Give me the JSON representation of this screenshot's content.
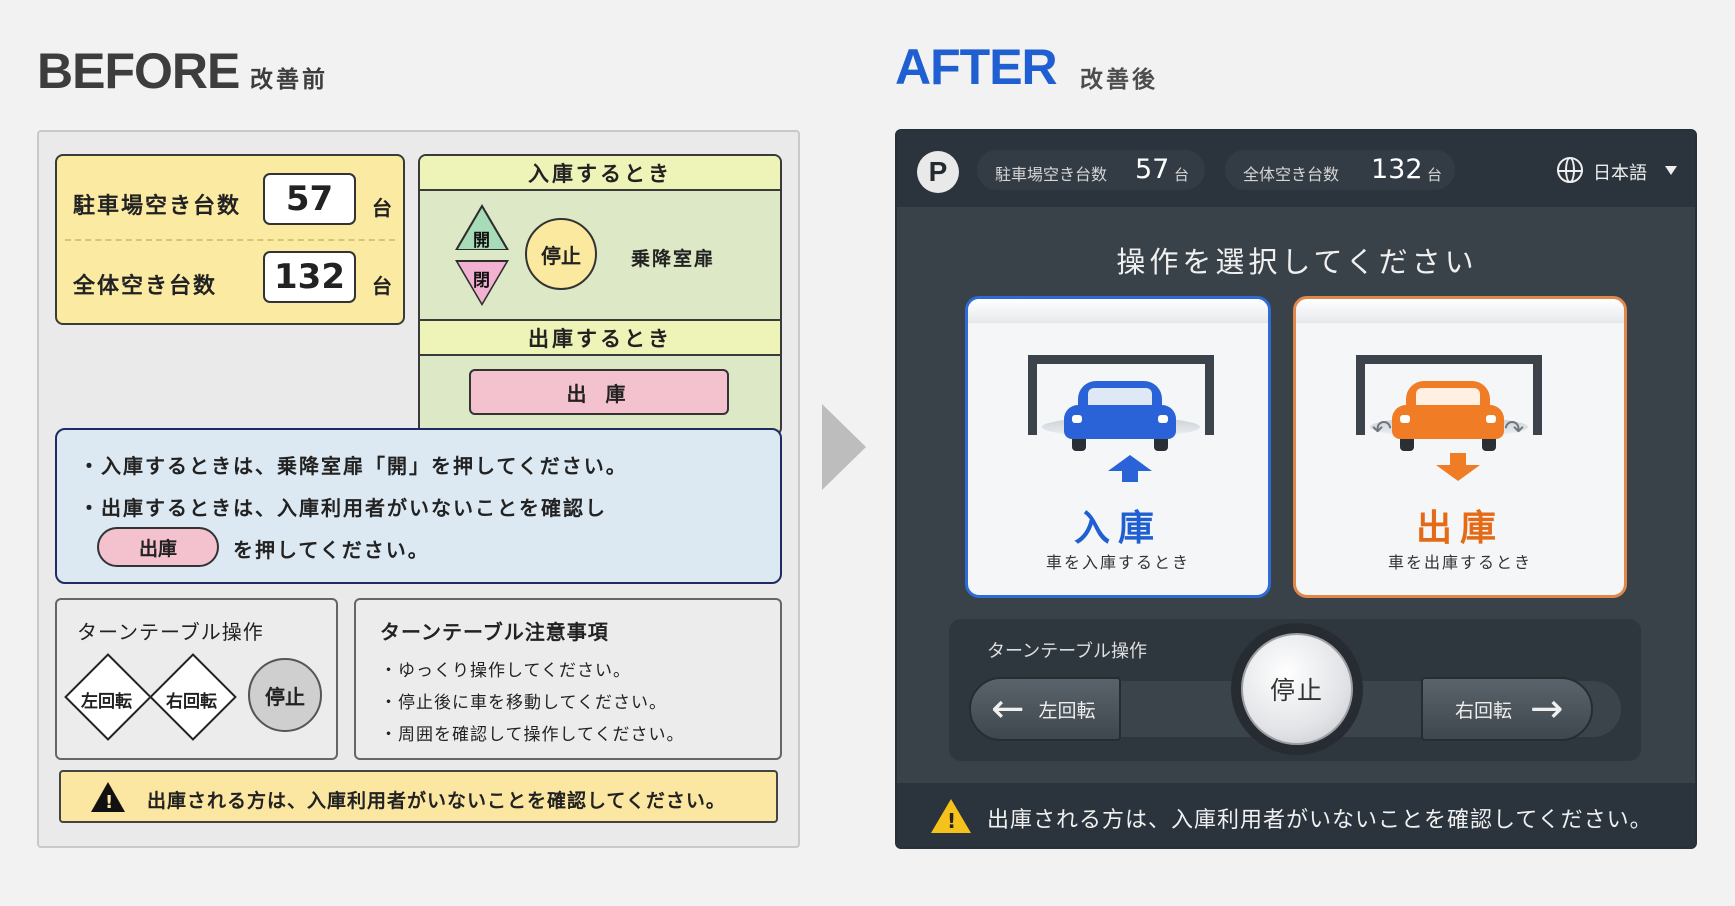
{
  "before": {
    "title": "BEFORE",
    "subtitle": "改善前",
    "counts": {
      "parking_label": "駐車場空き台数",
      "parking_value": "57",
      "total_label": "全体空き台数",
      "total_value": "132",
      "unit": "台"
    },
    "entry": {
      "header": "入庫するとき",
      "open_label": "開",
      "close_label": "閉",
      "stop_label": "停止",
      "door_label": "乗降室扉"
    },
    "exit": {
      "header": "出庫するとき",
      "button_label": "出 庫"
    },
    "info": {
      "line1": "・入庫するときは、乗降室扉「開」を押してください。",
      "line2": "・出庫するときは、入庫利用者がいないことを確認し",
      "pill_label": "出庫",
      "line3": "を押してください。"
    },
    "turntable": {
      "title": "ターンテーブル操作",
      "left_label": "左回転",
      "right_label": "右回転",
      "stop_label": "停止"
    },
    "notes": {
      "title": "ターンテーブル注意事項",
      "items": [
        "・ゆっくり操作してください。",
        "・停止後に車を移動してください。",
        "・周囲を確認して操作してください。"
      ]
    },
    "warning": "出庫される方は、入庫利用者がいないことを確認してください。"
  },
  "after": {
    "title": "AFTER",
    "subtitle": "改善後",
    "logo_letter": "P",
    "parking_label": "駐車場空き台数",
    "parking_value": "57",
    "total_label": "全体空き台数",
    "total_value": "132",
    "unit": "台",
    "language": "日本語",
    "heading": "操作を選択してください",
    "entry_card": {
      "title": "入庫",
      "subtitle": "車を入庫するとき"
    },
    "exit_card": {
      "title": "出庫",
      "subtitle": "車を出庫するとき"
    },
    "turntable": {
      "label": "ターンテーブル操作",
      "left_label": "左回転",
      "right_label": "右回転",
      "stop_label": "停止"
    },
    "warning": "出庫される方は、入庫利用者がいないことを確認してください。"
  },
  "colors": {
    "after_accent_blue": "#2f6bd6",
    "after_accent_orange": "#e0884a",
    "after_warning_yellow": "#f4c21a",
    "before_entry_car_blue": "#2a63d8",
    "before_exit_car_orange": "#f07c25"
  },
  "icons": {
    "logo": "parking-p-icon",
    "language": "globe-icon",
    "dropdown": "chevron-down-icon",
    "warning": "warning-triangle-icon",
    "entry": "car-entry-icon",
    "exit": "car-exit-icon"
  }
}
